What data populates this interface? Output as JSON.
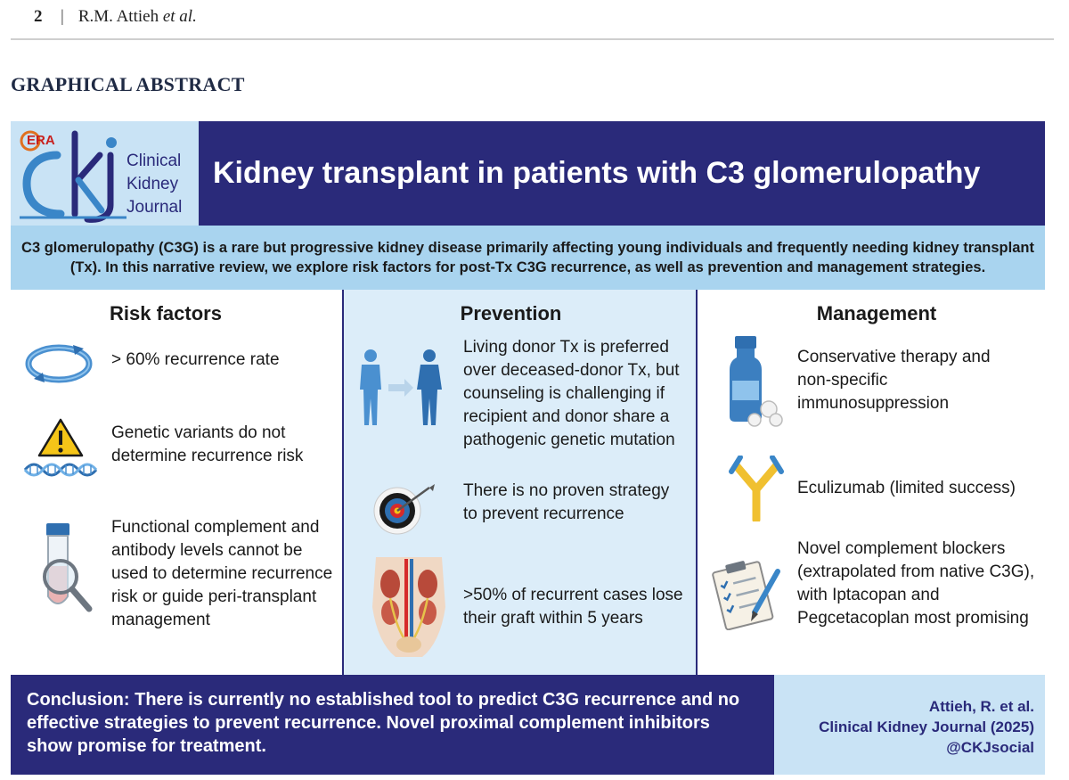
{
  "page_header": {
    "number": "2",
    "separator": "|",
    "authors": "R.M. Attieh",
    "authors_suffix": "et al."
  },
  "section_label": "GRAPHICAL ABSTRACT",
  "logo": {
    "era": "ERA",
    "lines": [
      "Clinical",
      "Kidney",
      "Journal"
    ],
    "monogram": "ckj"
  },
  "title": "Kidney transplant in patients with C3 glomerulopathy",
  "intro": "C3 glomerulopathy (C3G) is a rare but progressive kidney disease primarily affecting young individuals and frequently needing kidney transplant (Tx). In this narrative review, we explore risk factors for post-Tx C3G recurrence, as well as prevention and management strategies.",
  "columns": {
    "risk": {
      "heading": "Risk factors",
      "items": [
        {
          "icon": "recurrence-cycle-icon",
          "text": "> 60% recurrence rate"
        },
        {
          "icon": "warning-dna-icon",
          "text": "Genetic variants do not determine recurrence risk"
        },
        {
          "icon": "test-tube-magnifier-icon",
          "text": "Functional complement and antibody levels cannot be used to determine recurrence risk or guide peri-transplant management"
        }
      ]
    },
    "prevention": {
      "heading": "Prevention",
      "items": [
        {
          "icon": "donor-recipient-icon",
          "text": "Living donor Tx is preferred over deceased-donor Tx, but counseling is challenging if recipient and donor share a pathogenic genetic mutation"
        },
        {
          "icon": "target-icon",
          "text": "There is no proven strategy to prevent recurrence"
        },
        {
          "icon": "kidney-anatomy-icon",
          "text": ">50% of recurrent cases lose their graft within 5 years"
        }
      ]
    },
    "management": {
      "heading": "Management",
      "items": [
        {
          "icon": "medicine-bottle-pills-icon",
          "text": "Conservative therapy and non-specific immunosuppression"
        },
        {
          "icon": "antibody-icon",
          "text": "Eculizumab (limited success)"
        },
        {
          "icon": "clipboard-checklist-icon",
          "text": "Novel complement blockers (extrapolated from native C3G), with Iptacopan and Pegcetacoplan most promising"
        }
      ]
    }
  },
  "conclusion": "Conclusion: There is currently no established tool to predict C3G recurrence and no effective strategies to prevent recurrence. Novel proximal complement inhibitors show promise for treatment.",
  "citation": {
    "line1": "Attieh, R. et al.",
    "line2": "Clinical Kidney Journal (2025)",
    "line3": "@CKJsocial"
  },
  "colors": {
    "navy": "#2a2a7a",
    "light_blue": "#a9d4ef",
    "pale_blue": "#c9e3f5",
    "mid_panel": "#dcedf9"
  }
}
